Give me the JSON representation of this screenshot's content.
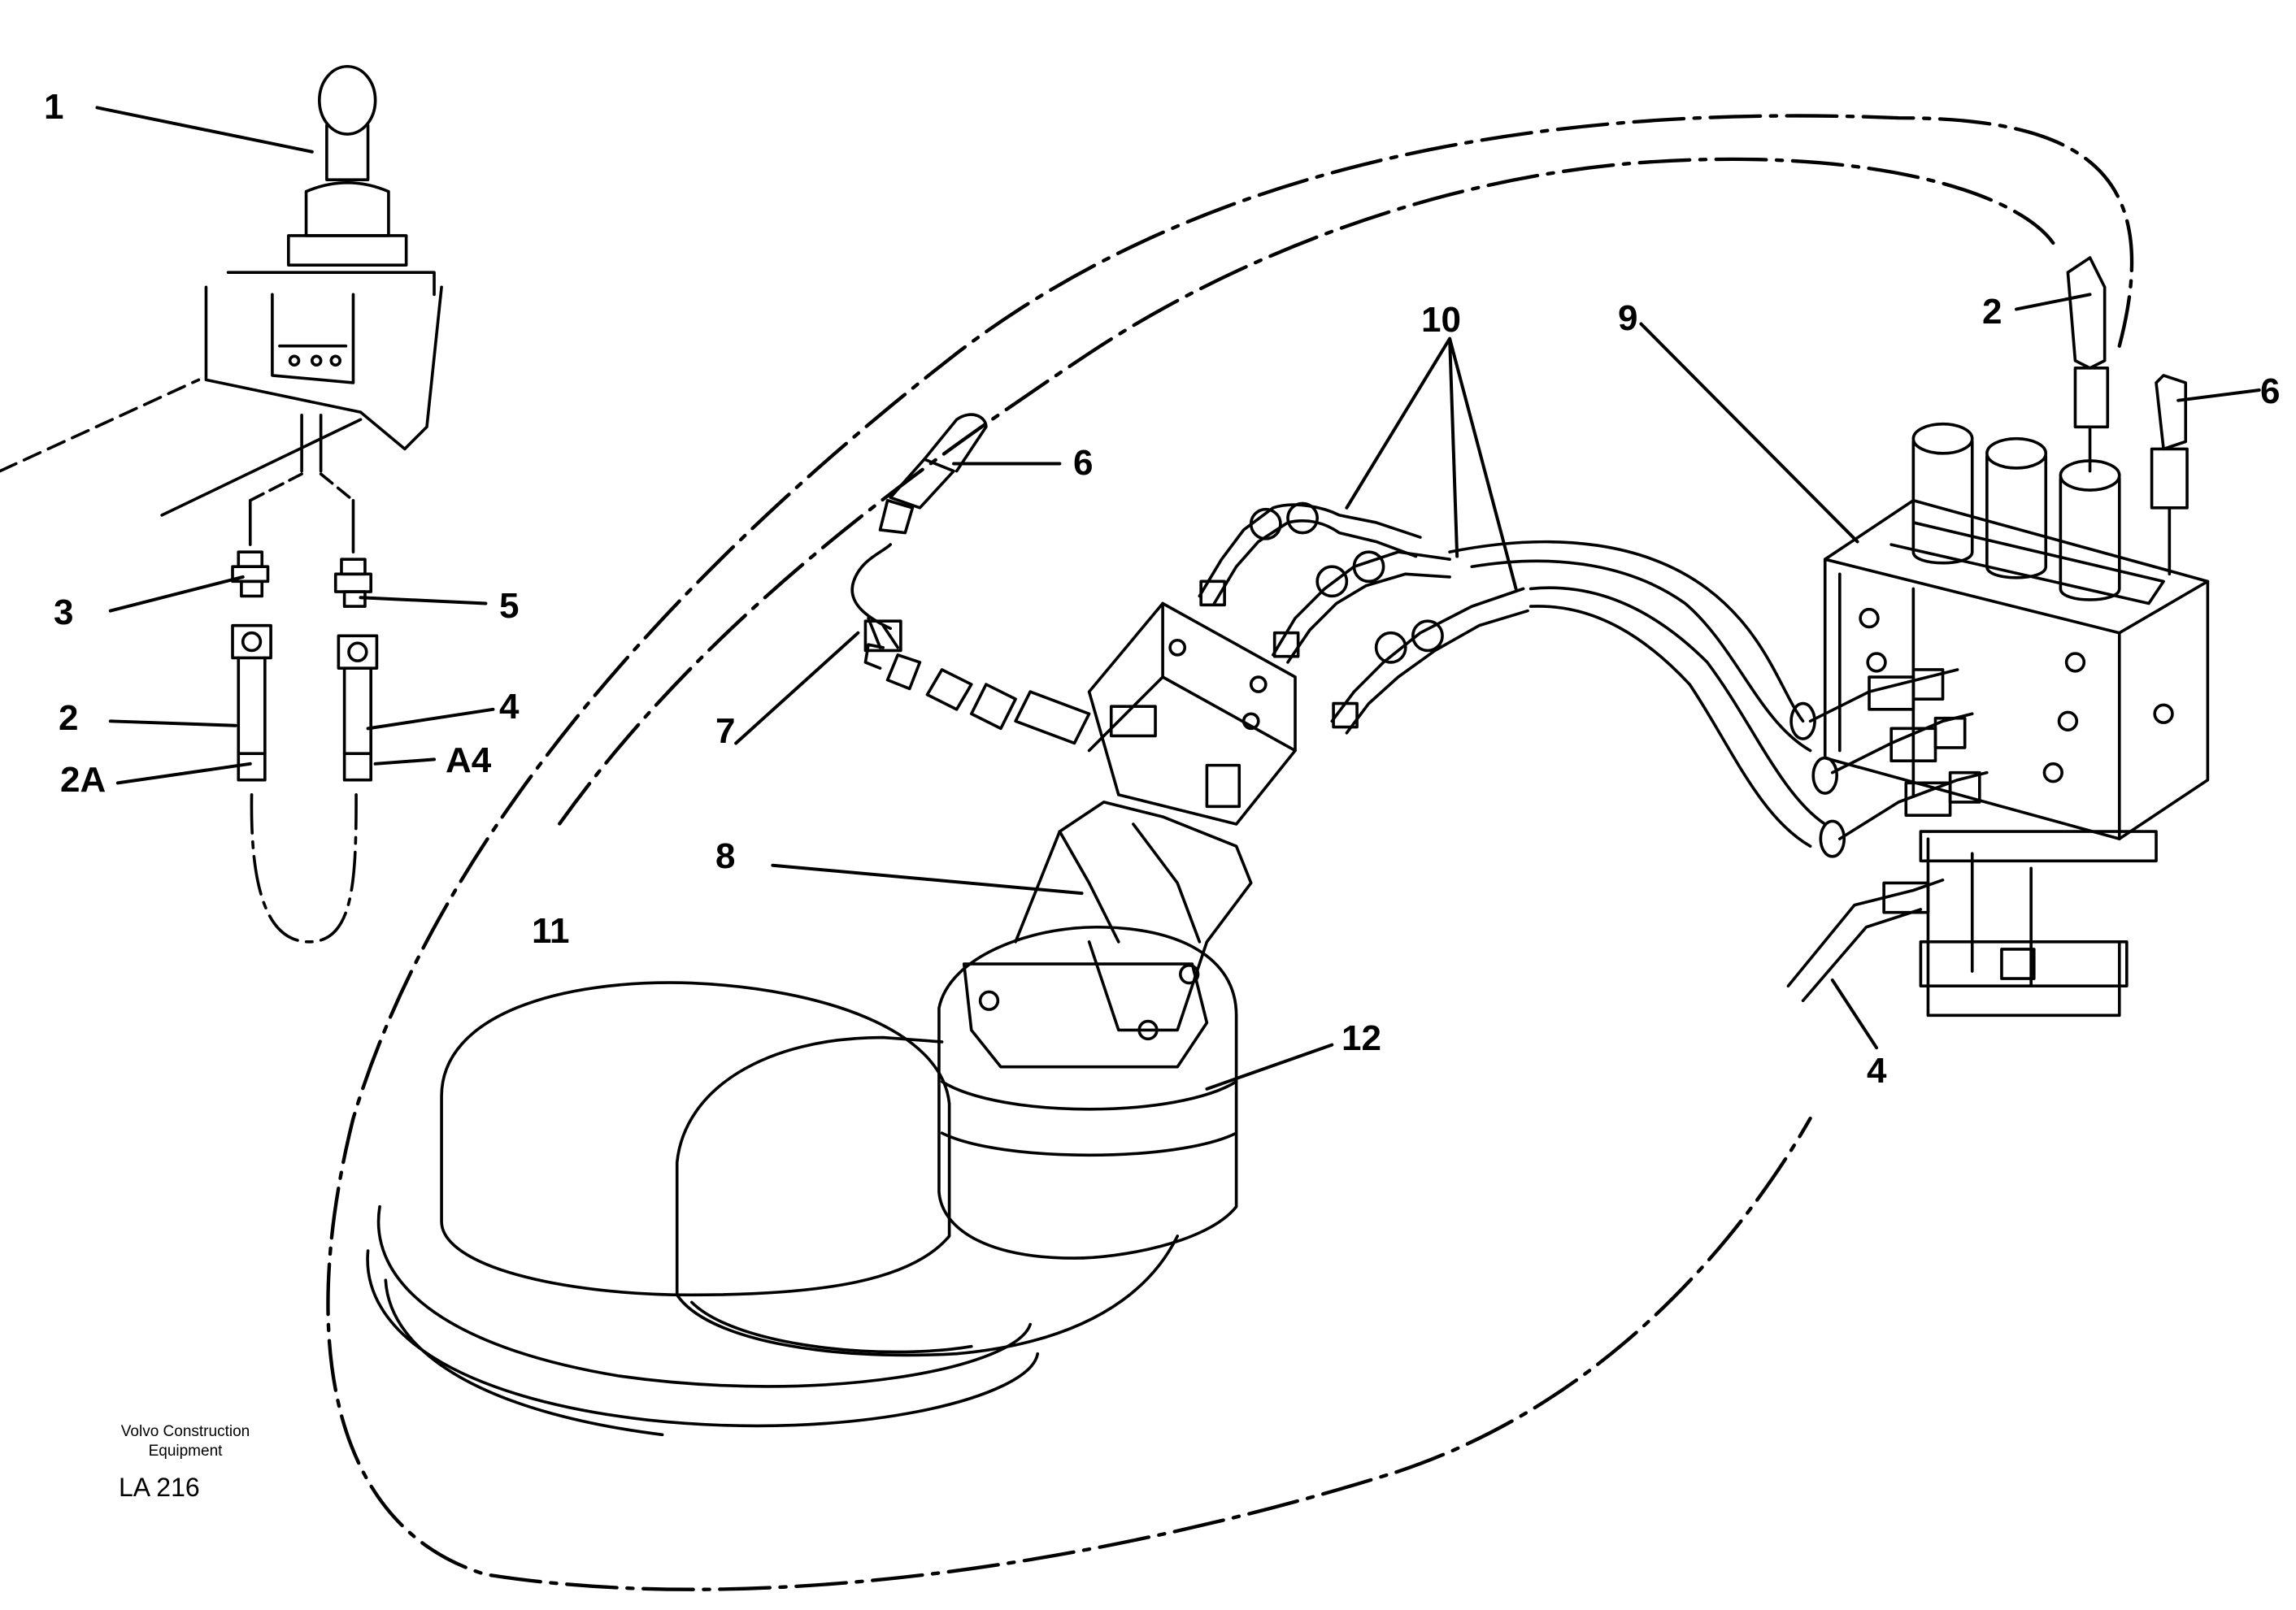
{
  "callouts": {
    "c1": "1",
    "c2_left": "2",
    "c2A": "2A",
    "c3": "3",
    "c4_left": "4",
    "cA4": "A4",
    "c5": "5",
    "c6_mid": "6",
    "c7": "7",
    "c8": "8",
    "c9": "9",
    "c10": "10",
    "c11": "11",
    "c12": "12",
    "c2_right": "2",
    "c6_right": "6",
    "c4_right": "4"
  },
  "footer": {
    "manufacturer": "Volvo Construction Equipment",
    "reference": "LA 216"
  },
  "colors": {
    "ink": "#000000",
    "paper": "#ffffff"
  }
}
